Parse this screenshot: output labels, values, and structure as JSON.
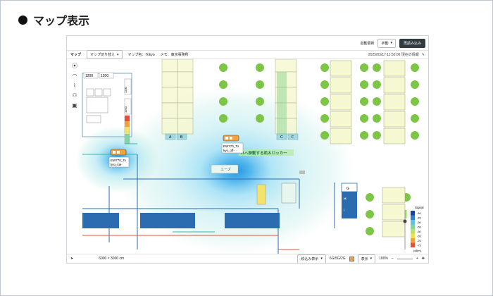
{
  "heading": "マップ表示",
  "topbar": {
    "auto_refresh_label": "自動更新",
    "auto_refresh_value": "手動",
    "reload_label": "再読み込み"
  },
  "toolbar": {
    "map_label": "マップ",
    "switch_map": "マップ切り替え",
    "map_name": "マップ名：Tokyo",
    "memo": "メモ：東京事務所",
    "timestamp": "2025/03/17 11:50:06 現在の情報"
  },
  "map": {
    "room_label_1": "1200",
    "room_label_2": "1200",
    "room_label_3": "1200",
    "room_label_4": "1200",
    "ap_label_1a": "EW770_To",
    "ap_label_1b": "kyo_kai-",
    "ap_label_2a": "EW770_To",
    "ap_label_2b": "kyo_off-",
    "locker_label": "71へ移動する机＆ロッカー",
    "box_a": "A",
    "box_b": "B",
    "box_c": "C",
    "box_f": "F",
    "box_g": "G",
    "box_h": "H",
    "box_i": "I",
    "mid_label": "ユーズ"
  },
  "signal_scale": {
    "title": "Signal",
    "unit": "(dBm)",
    "ticks": [
      "-40",
      "-45",
      "-50",
      "-55",
      "-60",
      "-65",
      "-70",
      "-75"
    ],
    "colors": [
      "#1d3fa0",
      "#2f7fd2",
      "#5ec2e6",
      "#7fd6a4",
      "#b7e36a",
      "#f0e34a",
      "#f3a23a",
      "#e4503a"
    ]
  },
  "bottombar": {
    "size": "6000 × 3000 cm",
    "filter": "絞込み表示",
    "band": "6G/5G/2G",
    "display": "表示",
    "zoom": "100%"
  },
  "colors": {
    "accent_cyan": "#5fd0e6",
    "desk": "#f6f8d2",
    "chair": "#7cc546",
    "wall": "#2b6cb0"
  },
  "icons": [
    "ap-signal-icon",
    "wifi-icon",
    "chart-icon",
    "users-icon",
    "device-icon",
    "pointer-icon",
    "edit-icon",
    "chevron-down-icon"
  ]
}
